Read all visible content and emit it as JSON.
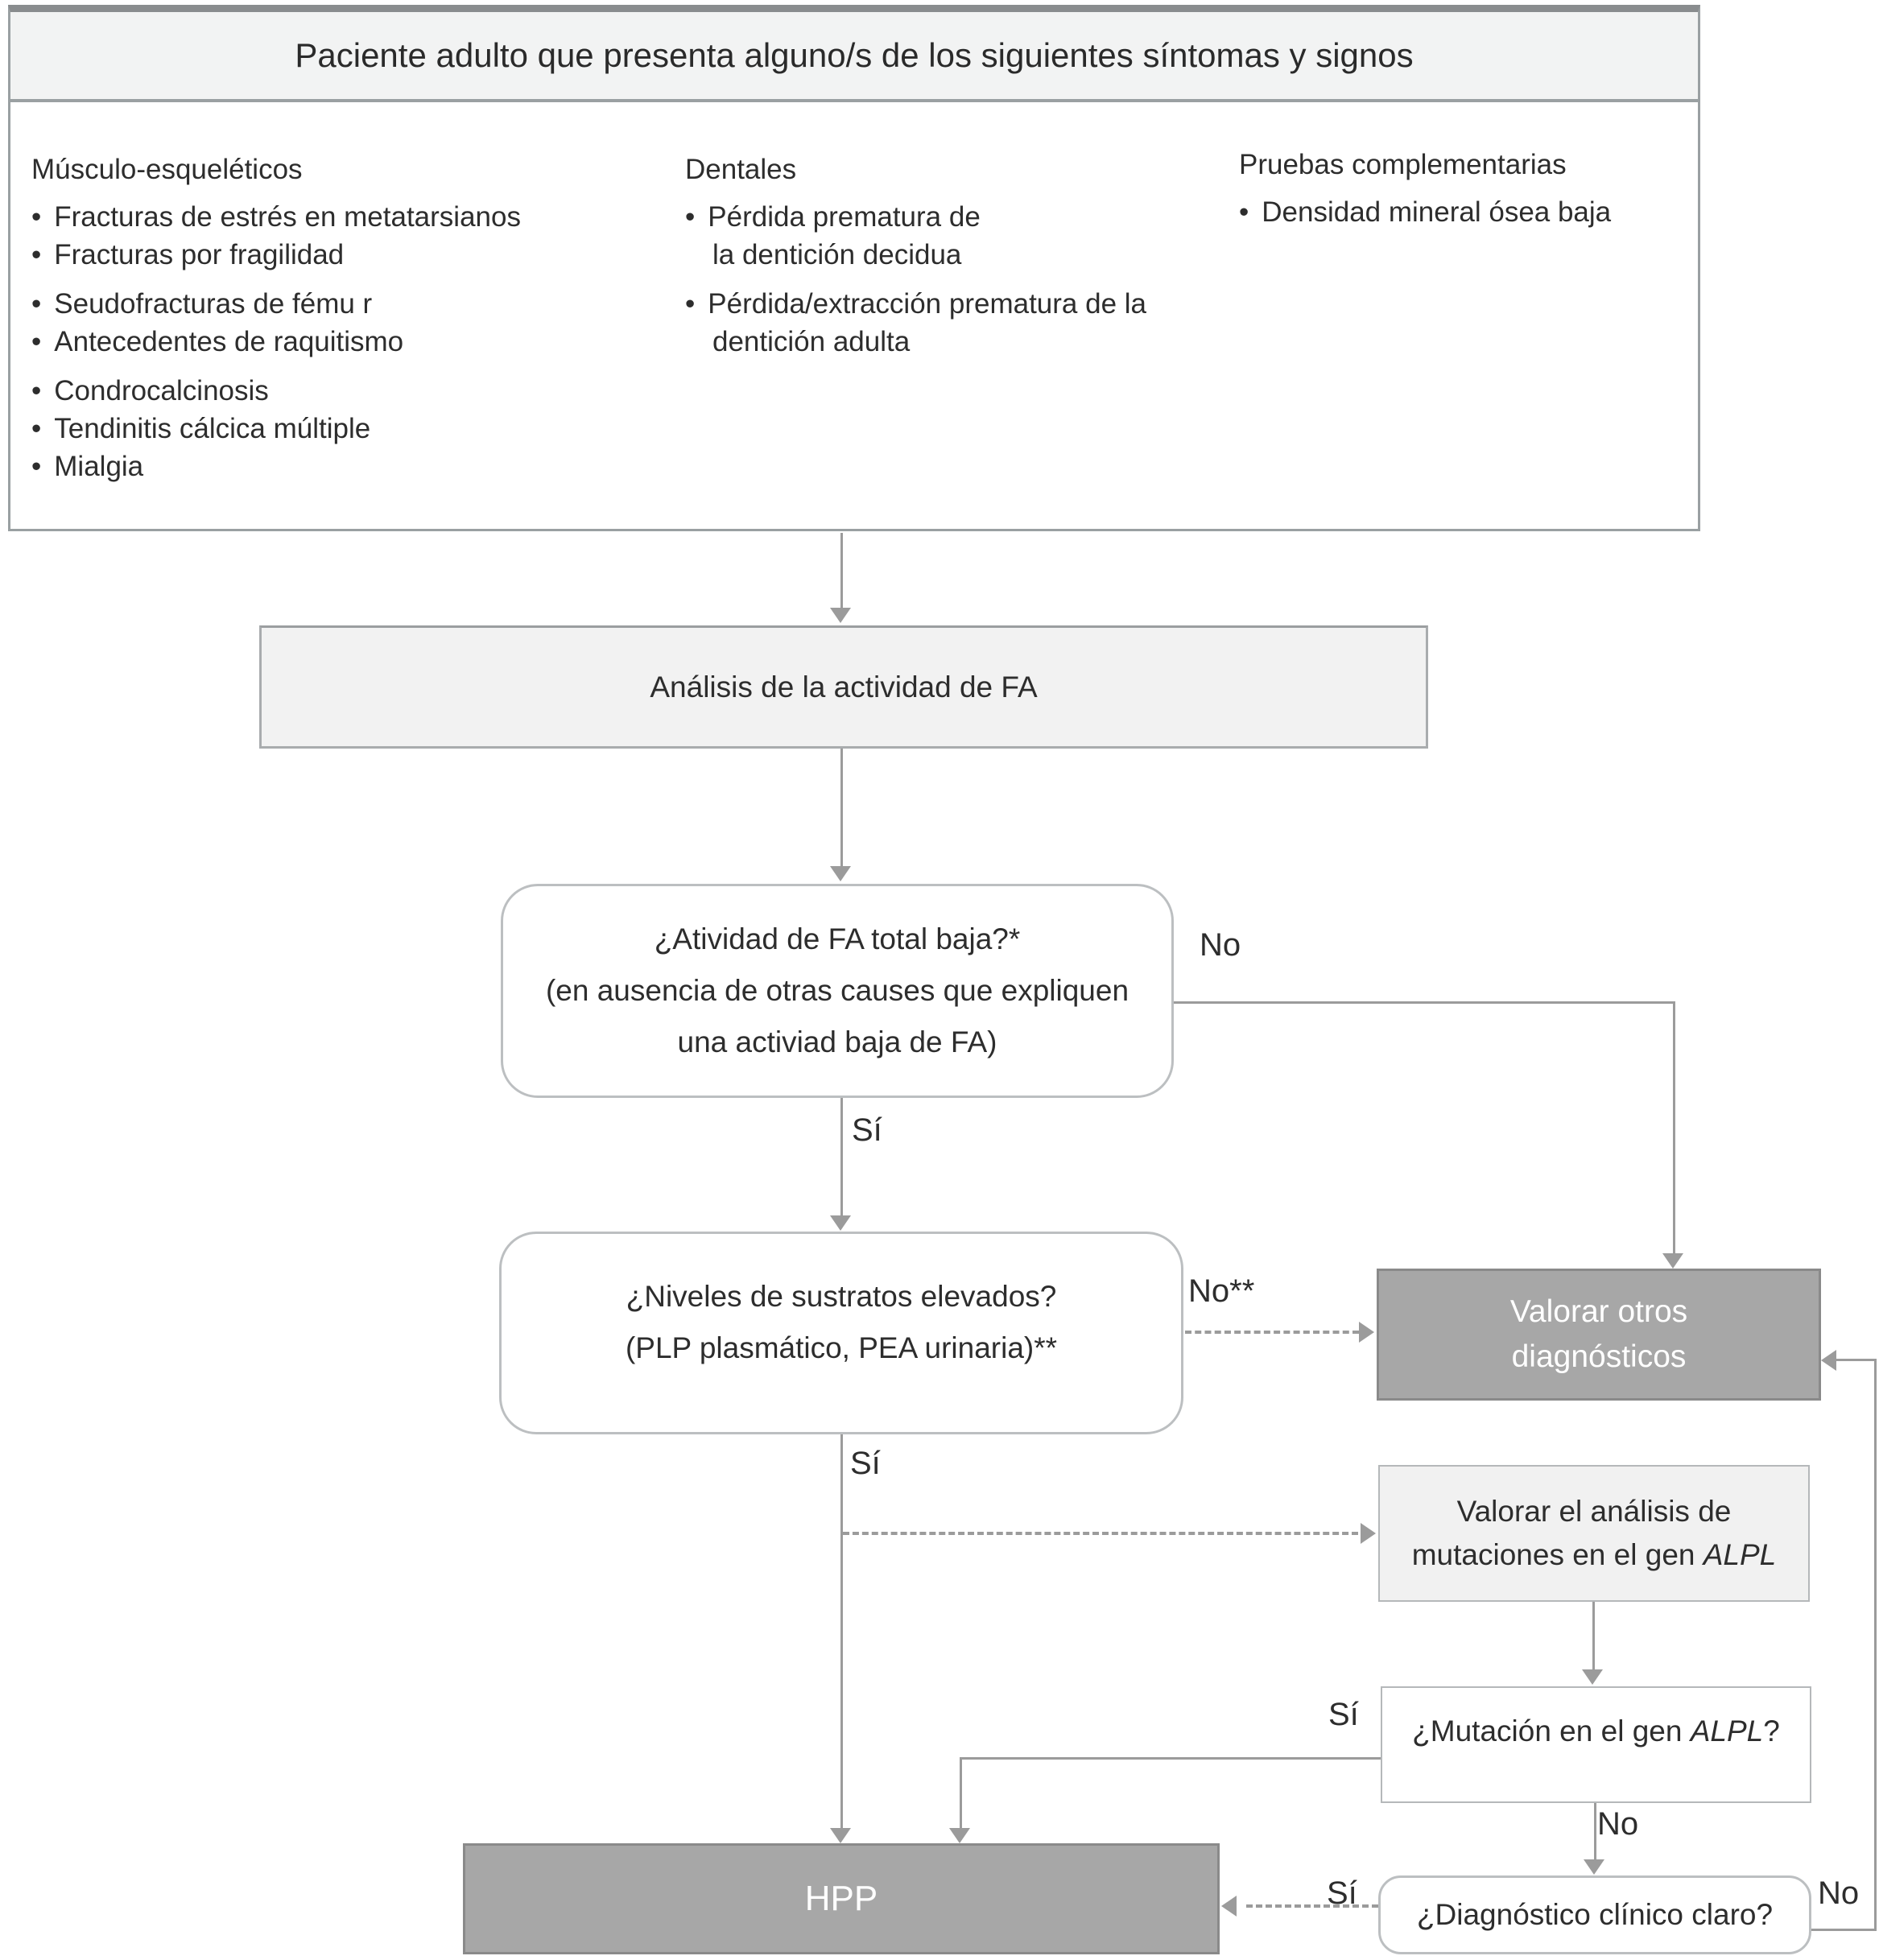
{
  "colors": {
    "dark_box_fill": "#a7a7a7",
    "dark_box_border": "#8a8a8a",
    "light_box_fill": "#f2f2f2",
    "decision_border": "#bcbfc1",
    "panel_border": "#9aa0a2",
    "line": "#9b9b9b",
    "text": "#2d2d2d",
    "dark_box_text": "#ffffff"
  },
  "panel": {
    "title": "Paciente adulto que presenta alguno/s de los siguientes síntomas y signos",
    "columns": [
      {
        "heading": "Músculo-esqueléticos",
        "items": [
          "Fracturas de estrés en metatarsianos",
          "Fracturas por fragilidad",
          "Seudofracturas de fému r",
          "Antecedentes de raquitismo",
          "Condrocalcinosis",
          "Tendinitis cálcica múltiple",
          "Mialgia"
        ]
      },
      {
        "heading": "Dentales",
        "lines": [
          "Pérdida prematura de",
          "la dentición decidua",
          "Pérdida/extracción prematura de  la",
          "dentición adulta"
        ]
      },
      {
        "heading": "Pruebas complementarias",
        "items": [
          "Densidad mineral ósea baja"
        ]
      }
    ]
  },
  "flow": {
    "analisis": "Análisis de la actividad de FA",
    "decision1": {
      "line1": "¿Atividad de FA total baja?*",
      "line2": "(en ausencia de otras causes que expliquen",
      "line3": "una activiad baja de FA)"
    },
    "decision2": {
      "line1": "¿Niveles  de sustratos elevados?",
      "line2": "(PLP plasmático, PEA urinaria)**"
    },
    "valorar_otros": {
      "line1": "Valorar otros",
      "line2": "diagnósticos"
    },
    "valorar_analisis": {
      "line1": "Valorar el análisis de",
      "line2_prefix": "mutaciones en el gen ",
      "gene": "ALPL"
    },
    "mutacion": {
      "prefix": "¿Mutación en el gen ",
      "gene": "ALPL",
      "suffix": "?"
    },
    "diagnostico": "¿Diagnóstico clínico claro?",
    "hpp": "HPP"
  },
  "edge_labels": {
    "no1": "No",
    "si1": "Sí",
    "no2": "No**",
    "si2": "Sí",
    "si3": "Sí",
    "no3": "No",
    "si4": "Sí",
    "no4": "No"
  }
}
